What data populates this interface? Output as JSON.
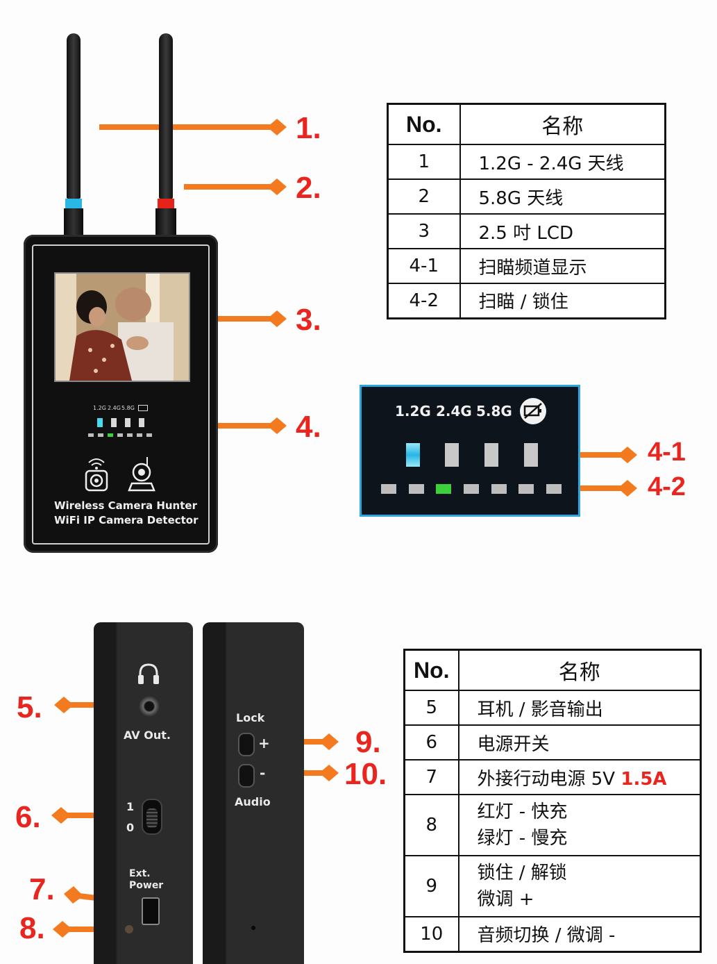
{
  "callouts": {
    "c1": "1.",
    "c2": "2.",
    "c3": "3.",
    "c4": "4.",
    "c41": "4-1",
    "c42": "4-2",
    "c5": "5.",
    "c6": "6.",
    "c7": "7.",
    "c8": "8.",
    "c9": "9.",
    "c10": "10."
  },
  "device": {
    "brand_line1": "Wireless Camera Hunter",
    "brand_line2": "WiFi IP Camera Detector",
    "band_labels": [
      "1.2G",
      "2.4G",
      "5.8G"
    ]
  },
  "panel": {
    "bands": [
      "1.2G",
      "2.4G",
      "5.8G"
    ]
  },
  "side_left": {
    "av_out": "AV Out.",
    "switch_on": "1",
    "switch_off": "0",
    "ext_power_1": "Ext.",
    "ext_power_2": "Power"
  },
  "side_right": {
    "lock": "Lock",
    "plus": "+",
    "minus": "-",
    "audio": "Audio"
  },
  "table1": {
    "header_no": "No.",
    "header_name": "名称",
    "rows": [
      {
        "no": "1",
        "name": "1.2G - 2.4G 天线"
      },
      {
        "no": "2",
        "name": "5.8G 天线"
      },
      {
        "no": "3",
        "name": "2.5 吋 LCD"
      },
      {
        "no": "4-1",
        "name": "扫瞄频道显示"
      },
      {
        "no": "4-2",
        "name": "扫瞄 / 锁住"
      }
    ]
  },
  "table2": {
    "header_no": "No.",
    "header_name": "名称",
    "rows": [
      {
        "no": "5",
        "name": "耳机 / 影音输出"
      },
      {
        "no": "6",
        "name": "电源开关"
      },
      {
        "no": "7",
        "name": "外接行动电源 5V",
        "name_red": "1.5A"
      },
      {
        "no": "8",
        "name": "红灯 - 快充",
        "name2": "绿灯 - 慢充"
      },
      {
        "no": "9",
        "name": "锁住 / 解锁",
        "name2": "微调 +"
      },
      {
        "no": "10",
        "name": "音频切换 / 微调 -"
      }
    ]
  },
  "colors": {
    "arrow": "#f47a1f",
    "callout": "#e8261f",
    "panel_border": "#29a8e0"
  }
}
